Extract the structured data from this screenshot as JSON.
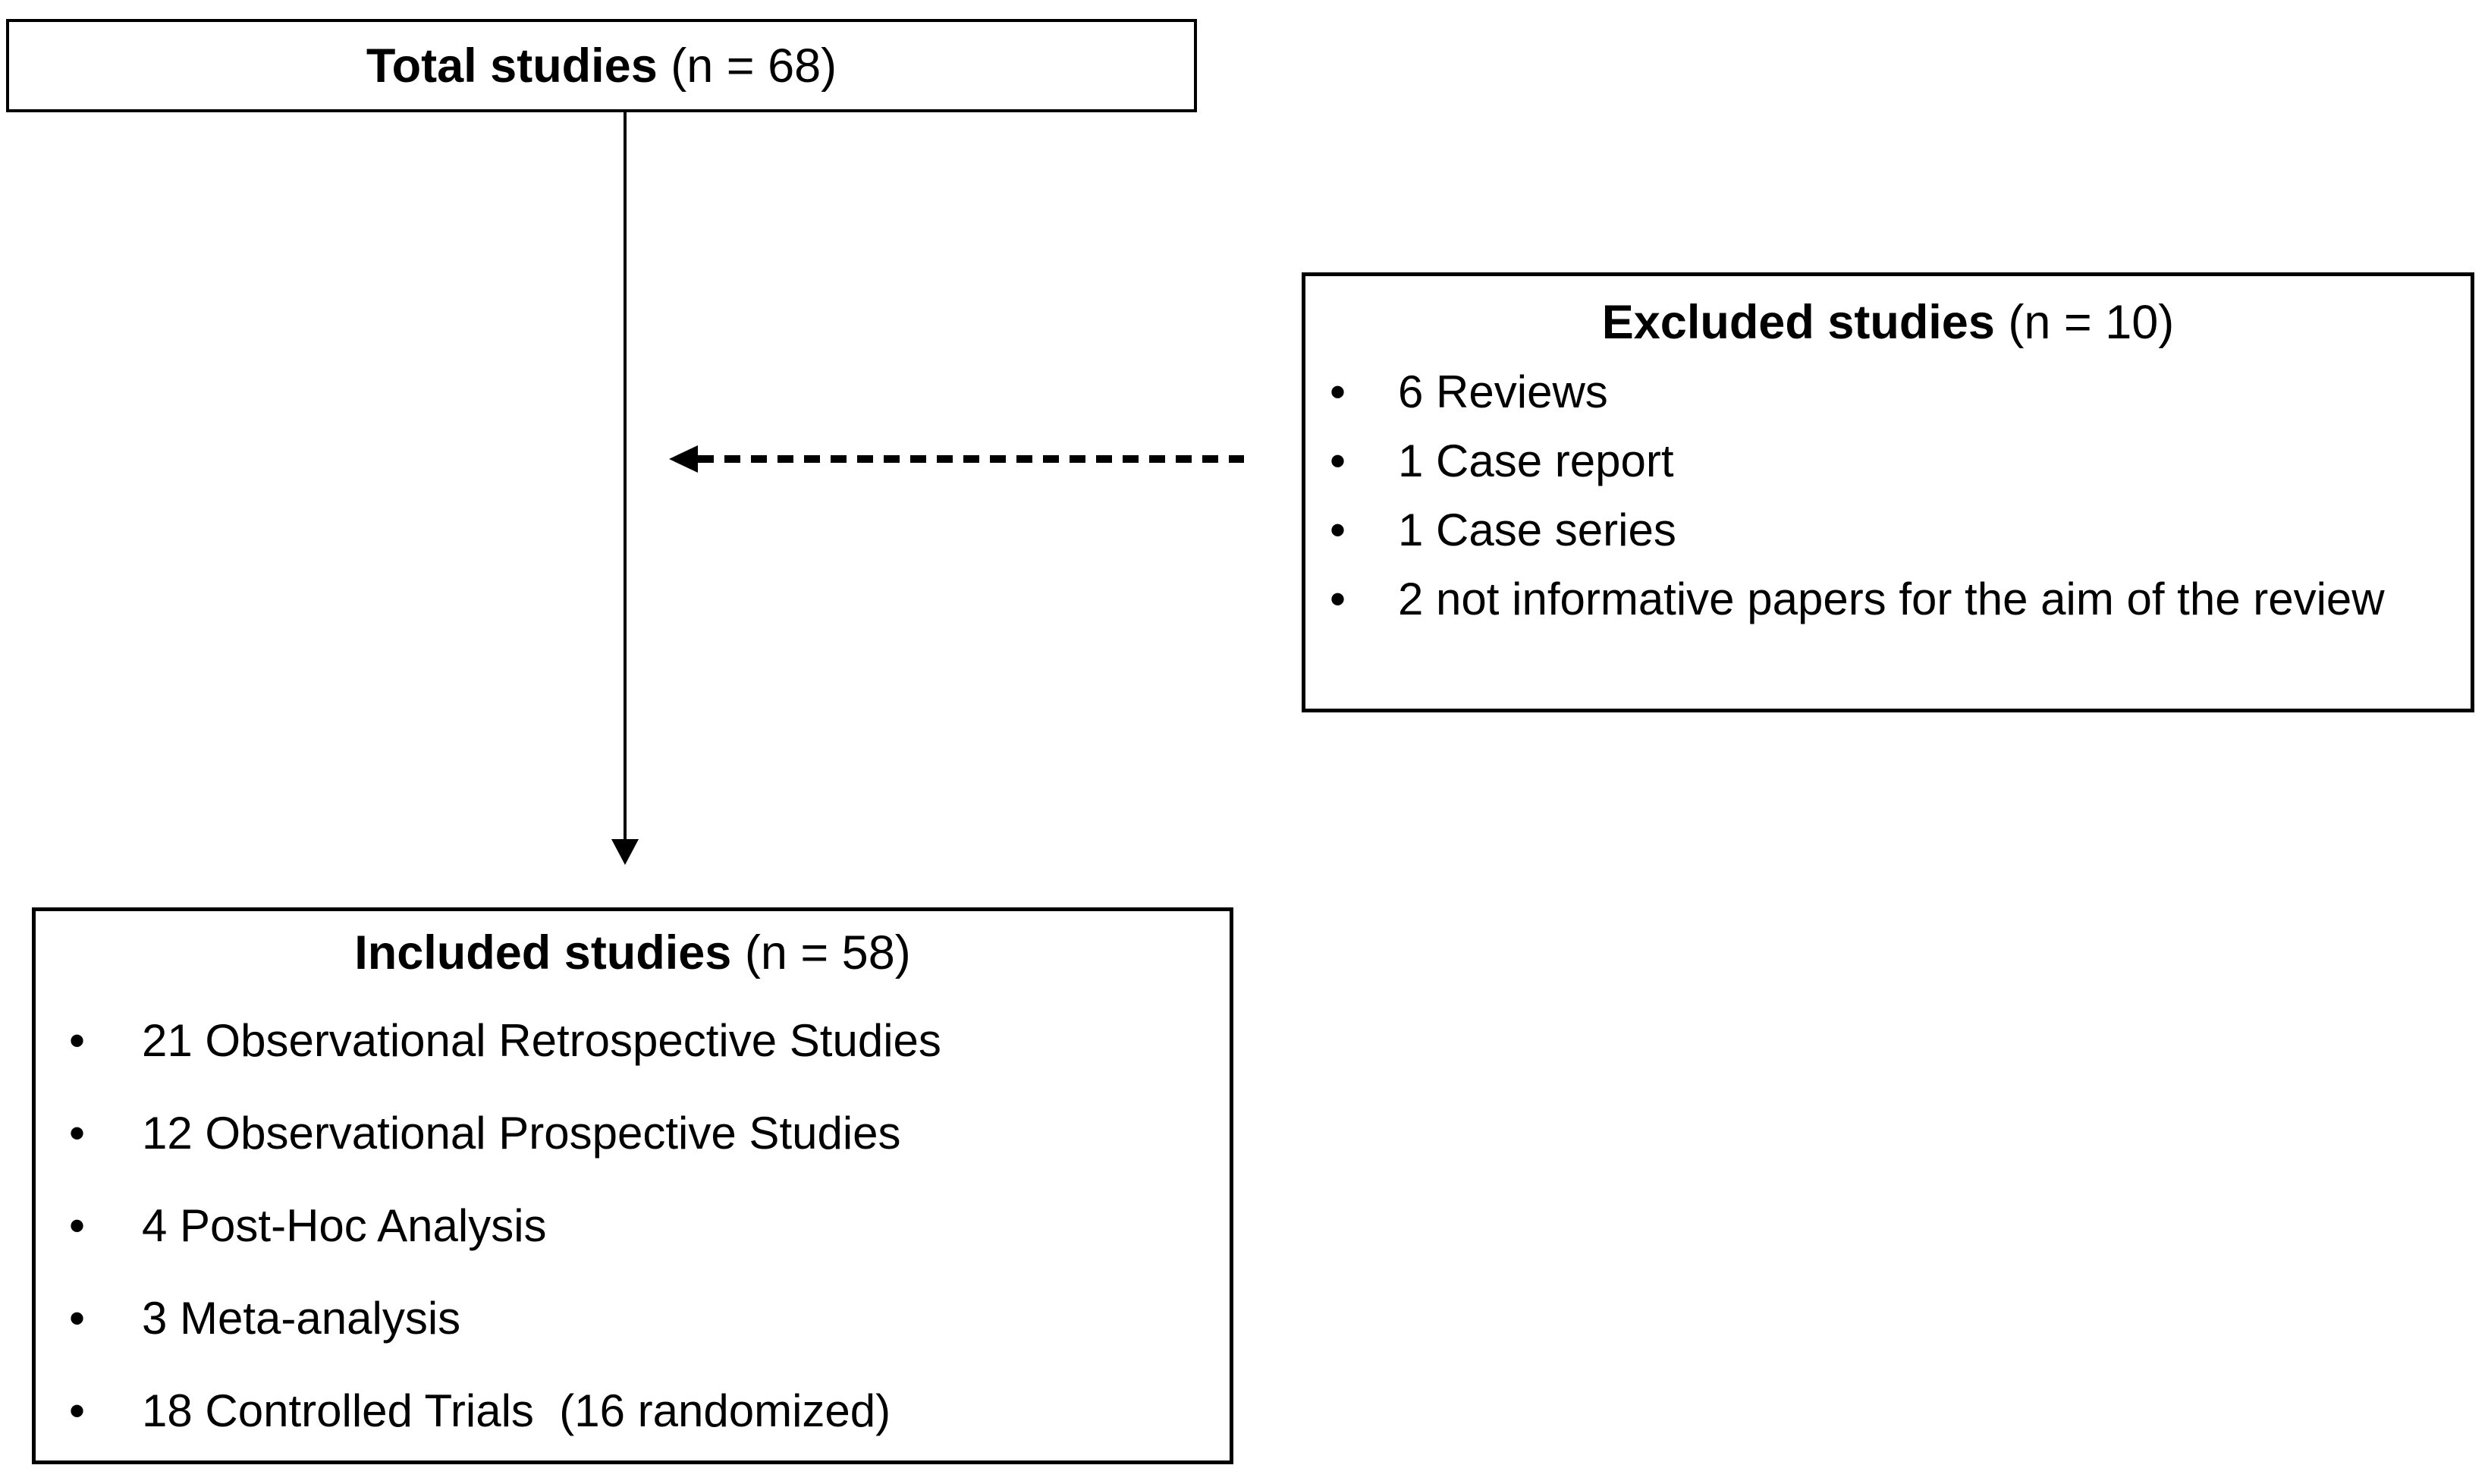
{
  "diagram": {
    "bullet_glyph": "•",
    "colors": {
      "line": "#000000",
      "text": "#000000",
      "background": "#ffffff"
    },
    "total_box": {
      "title_bold": "Total studies",
      "title_rest": " (n = 68)"
    },
    "excluded_box": {
      "title_bold": "Excluded studies",
      "title_rest": " (n = 10)",
      "items": [
        "6 Reviews",
        "1 Case report",
        "1 Case series",
        "2 not informative papers for the aim of the review"
      ]
    },
    "included_box": {
      "title_bold": "Included studies",
      "title_rest": " (n = 58)",
      "items": [
        "21 Observational Retrospective Studies",
        "12 Observational Prospective Studies",
        "4 Post-Hoc Analysis",
        "3 Meta-analysis",
        "18 Controlled Trials  (16 randomized)"
      ]
    }
  }
}
